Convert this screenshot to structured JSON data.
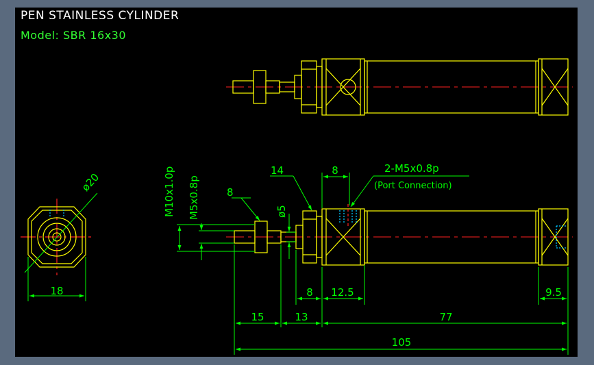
{
  "title": "PEN STAINLESS CYLINDER",
  "subtitle": "Model: SBR 16x30",
  "colors": {
    "frame": "#5a6a7e",
    "canvas": "#000000",
    "title": "#ffffff",
    "subtitle": "#33ff33",
    "outline": "#ffff00",
    "dimension": "#00ff00",
    "centerline": "#ff2020",
    "thread": "#00c8ff"
  },
  "labels": {
    "end_diameter": "ø20",
    "end_width": "18",
    "mount_thread": "M10x1.0p",
    "rod_thread": "M5x0.8p",
    "rod_dia": "ø5",
    "wrench_14": "14",
    "wrench_8": "8",
    "port_offset": "8",
    "port_spec": "2-M5x0.8p",
    "port_note": "(Port Connection)",
    "front_len": "8",
    "head_len": "12.5",
    "cap_len": "9.5",
    "rod_len": "15",
    "neck_len": "13",
    "body_len": "77",
    "total_len": "105"
  }
}
